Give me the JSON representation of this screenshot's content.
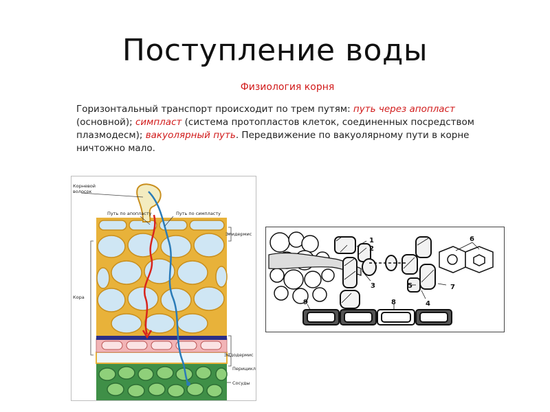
{
  "slide": {
    "title": "Поступление воды",
    "subtitle": "Физиология корня"
  },
  "body": {
    "part1": "Горизонтальный транспорт происходит по трем путям: ",
    "apoplast": "путь через апопласт",
    "part2": " (основной); ",
    "symplast": "симпласт",
    "part3": " (система протопластов клеток, соединенных посредством плазмодесм); ",
    "vacuolar": "вакуолярный путь",
    "part4": ". Передвижение по вакуолярному пути в корне ничтожно мало."
  },
  "root_figure": {
    "labels": {
      "root_hair": [
        "Корневой",
        "волосок"
      ],
      "apoplast_path": "Путь по апопласту",
      "symplast_path": "Путь по симпласту",
      "epidermis": "Эпидермис",
      "cortex": "Кора",
      "endodermis": "Эндодермис",
      "pericycle": "Перицикл",
      "vessels": "Сосуды"
    },
    "colors": {
      "cell_wall": "#e8b23a",
      "cell_fill": "#cfe6f4",
      "apoplast_line": "#d8241c",
      "symplast_line": "#2a7bb8",
      "endodermis": "#f2b4b6",
      "casparian": "#2b2f87",
      "stele": "#3f8f47"
    }
  },
  "cell_figure": {
    "numbers": [
      "1",
      "2",
      "3",
      "4",
      "5",
      "6",
      "7",
      "8",
      "9"
    ]
  }
}
